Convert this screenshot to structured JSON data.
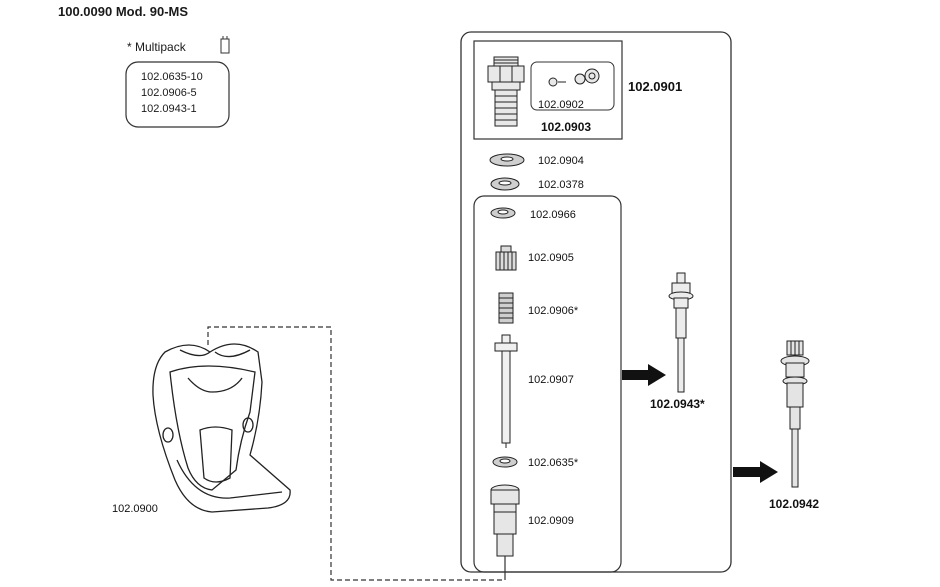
{
  "title": "100.0090 Mod. 90-MS",
  "multipack": {
    "label": "* Multipack",
    "items": [
      "102.0635-10",
      "102.0906-5",
      "102.0943-1"
    ]
  },
  "parts": {
    "p0901": "102.0901",
    "p0902": "102.0902",
    "p0903": "102.0903",
    "p0904": "102.0904",
    "p0378": "102.0378",
    "p0966": "102.0966",
    "p0905": "102.0905",
    "p0906": "102.0906*",
    "p0907": "102.0907",
    "p0635": "102.0635*",
    "p0909": "102.0909",
    "p0943": "102.0943*",
    "p0942": "102.0942",
    "p0900": "102.0900"
  }
}
